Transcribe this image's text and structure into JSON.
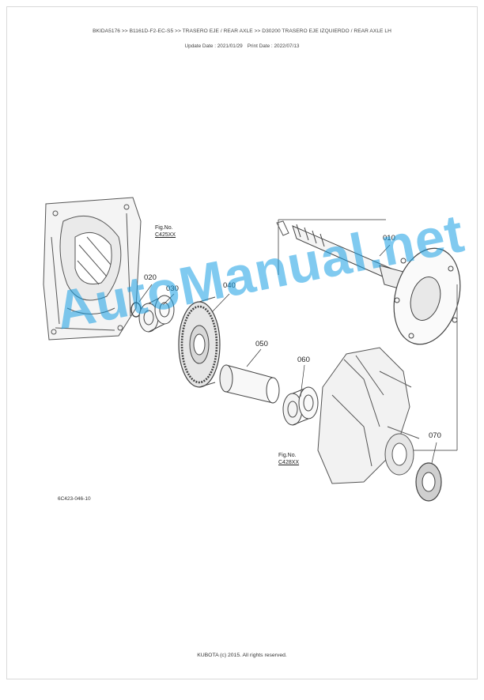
{
  "header": {
    "breadcrumb": "BKIDA5176 >> B1161D-F2-EC-S5 >> TRASERO EJE / REAR AXLE >> D30200   TRASERO EJE IZQUIERDO / REAR AXLE LH",
    "update_date": "Update Date : 2021/01/29",
    "print_date": "Print Date : 2022/07/13"
  },
  "diagram": {
    "callouts": [
      "010",
      "020",
      "030",
      "040",
      "050",
      "060",
      "070"
    ],
    "fig_refs": [
      {
        "label": "Fig.No.",
        "code": "C425XX"
      },
      {
        "label": "Fig.No.",
        "code": "C428XX"
      }
    ],
    "illustration_code": "6C423-046-10"
  },
  "watermark": "AutoManual.net",
  "footer": "KUBOTA (c) 2015. All rights reserved."
}
